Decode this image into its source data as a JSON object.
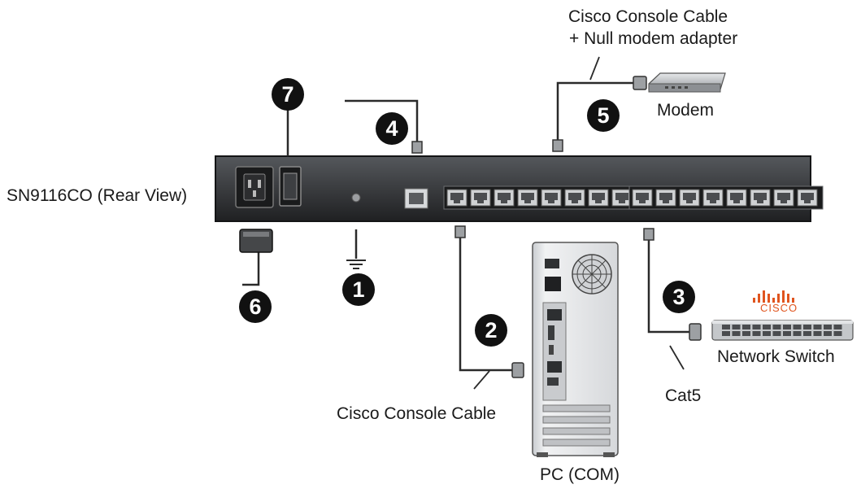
{
  "device": {
    "label": "SN9116CO (Rear View)"
  },
  "callouts": [
    "1",
    "2",
    "3",
    "4",
    "5",
    "6",
    "7"
  ],
  "labels": {
    "modem_cable_line1": "Cisco Console Cable",
    "modem_cable_line2": "+ Null modem adapter",
    "modem": "Modem",
    "pc_cable": "Cisco Console Cable",
    "pc": "PC (COM)",
    "cat5": "Cat5",
    "switch": "Network Switch",
    "switch_brand": "CISCO"
  },
  "colors": {
    "chassis": "#3a3c3f",
    "chassis_dark": "#1d1e20",
    "cable": "#2a2a2a",
    "cisco_red": "#e0551f",
    "pc_body": "#e4e6e8"
  }
}
